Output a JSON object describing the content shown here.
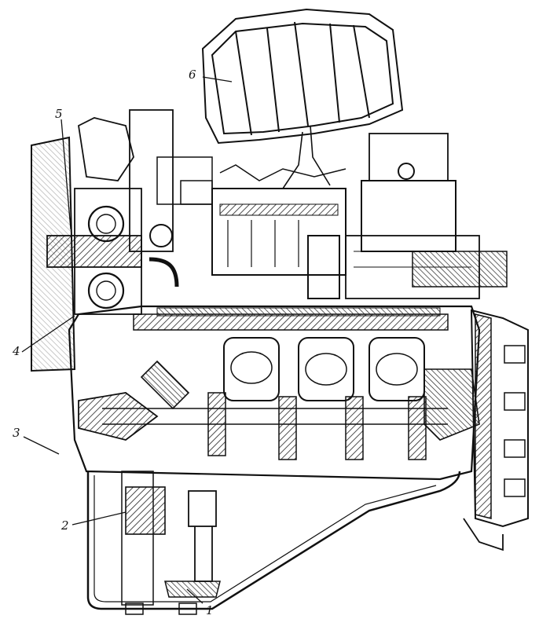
{
  "diagram": {
    "callouts": [
      {
        "id": "1",
        "label": "1"
      },
      {
        "id": "2",
        "label": "2"
      },
      {
        "id": "3",
        "label": "3"
      },
      {
        "id": "4",
        "label": "4"
      },
      {
        "id": "5",
        "label": "5"
      },
      {
        "id": "6",
        "label": "6"
      }
    ],
    "colors": {
      "ink": "#111111",
      "paper": "#ffffff",
      "hatch": "#222222"
    }
  }
}
